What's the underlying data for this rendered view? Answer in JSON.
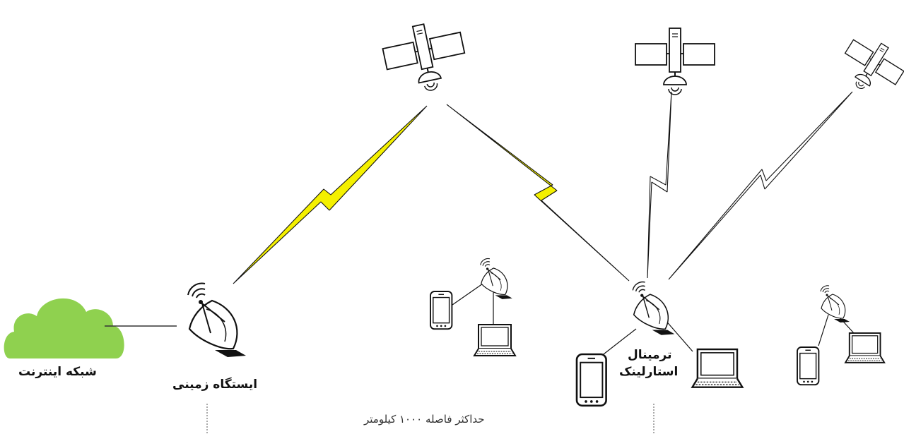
{
  "labels": {
    "internet": "شبکه اینترنت",
    "ground_station": "ایستگاه زمینی",
    "terminal_line1": "ترمینال",
    "terminal_line2": "استارلینک",
    "max_distance": "حداکثر فاصله ۱۰۰۰ کیلومتر"
  },
  "colors": {
    "cloud": "#8fd14f",
    "active_link": "#f4f000",
    "line": "#111111"
  },
  "icons": [
    "cloud-icon",
    "satellite-dish-icon",
    "satellite-icon",
    "smartphone-icon",
    "laptop-icon"
  ]
}
